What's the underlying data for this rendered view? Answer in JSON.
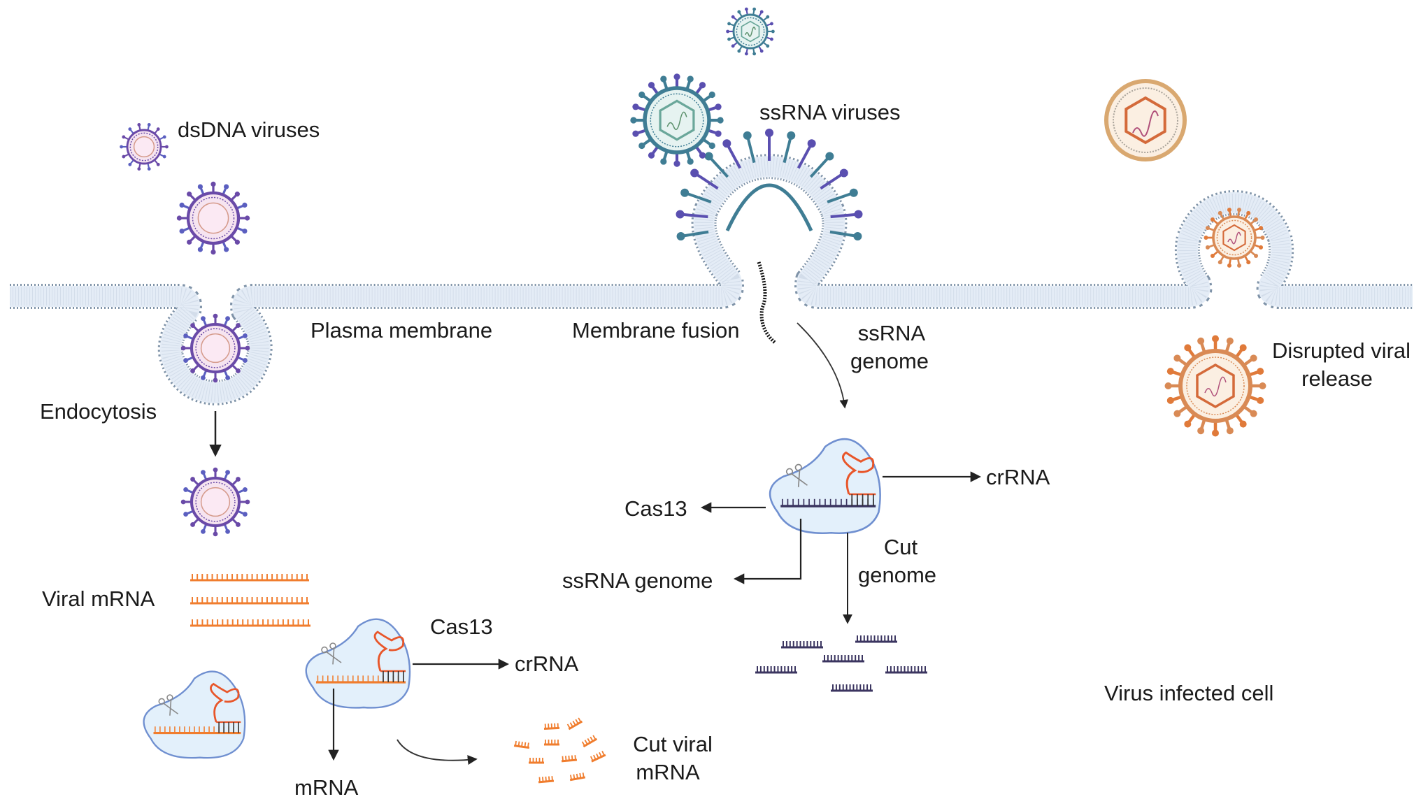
{
  "labels": {
    "dsdna_viruses": "dsDNA viruses",
    "ssrna_viruses": "ssRNA viruses",
    "plasma_membrane": "Plasma membrane",
    "membrane_fusion": "Membrane fusion",
    "ssrna_genome_entry_line1": "ssRNA",
    "ssrna_genome_entry_line2": "genome",
    "disrupted_release_line1": "Disrupted viral",
    "disrupted_release_line2": "release",
    "endocytosis": "Endocytosis",
    "viral_mrna": "Viral mRNA",
    "cas13_left": "Cas13",
    "crrna_left": "crRNA",
    "mrna": "mRNA",
    "cut_viral_mrna_line1": "Cut viral",
    "cut_viral_mrna_line2": "mRNA",
    "cas13_right": "Cas13",
    "crrna_right": "crRNA",
    "ssrna_genome_out": "ssRNA genome",
    "cut_genome_line1": "Cut",
    "cut_genome_line2": "genome",
    "virus_infected_cell": "Virus infected cell"
  },
  "colors": {
    "membrane_fill": "#e4ecf6",
    "membrane_heads": "#7f93a8",
    "dsdna_virus": "#6a4aa8",
    "dsdna_core": "#f6e4f0",
    "ssrna_virus": "#3f7d94",
    "ssrna_spike": "#5a4fb0",
    "ssrna_core": "#e6f3f1",
    "released_virus": "#d98a55",
    "released_core": "#fbefe2",
    "cas13_fill": "#e3f0fb",
    "cas13_stroke": "#6f8fd0",
    "crrna": "#e8562a",
    "viral_mrna": "#f07d2e",
    "genome_fragment": "#3b3560",
    "arrow": "#222222"
  }
}
